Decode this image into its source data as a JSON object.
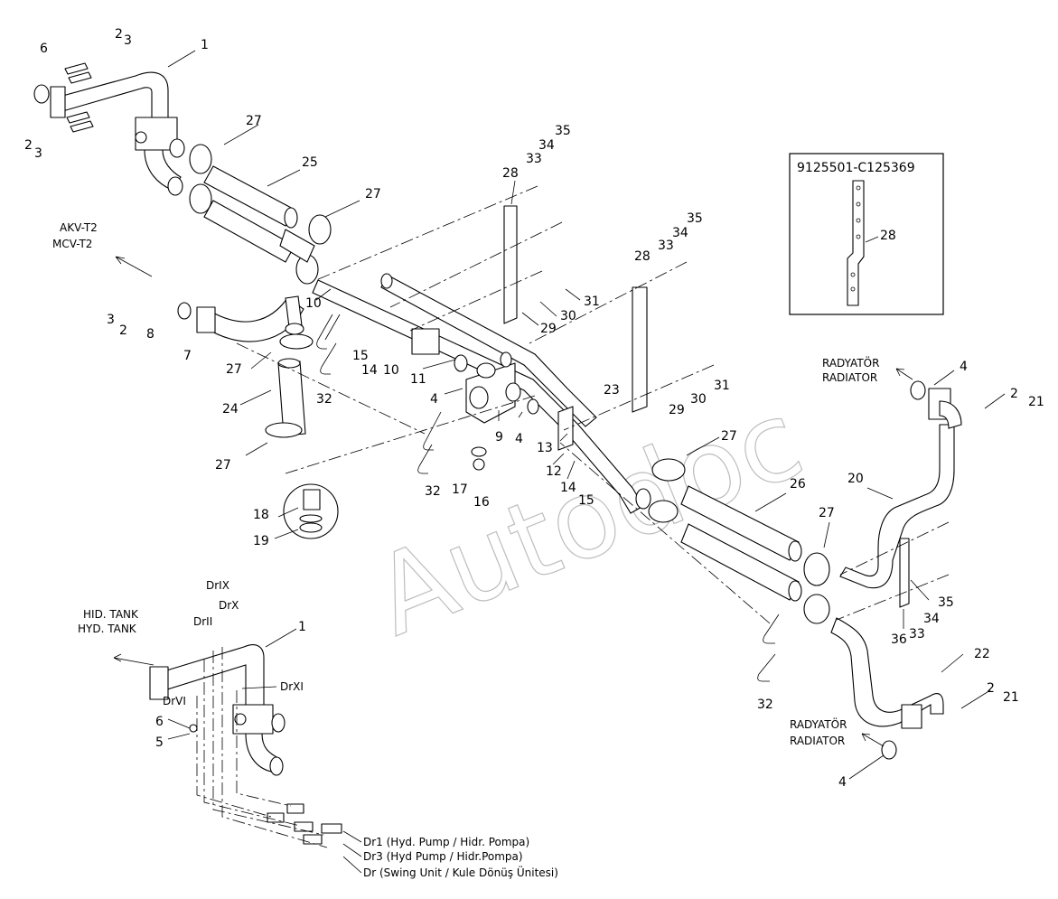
{
  "watermark": "Autodoc",
  "inset": {
    "title": "9125501-C125369",
    "part": "28"
  },
  "labels": {
    "akv": "AKV-T2",
    "mcv": "MCV-T2",
    "radiator_tr_top": "RADYATÖR",
    "radiator_en_top": "RADIATOR",
    "radiator_tr_bottom": "RADYATÖR",
    "radiator_en_bottom": "RADIATOR",
    "hid_tank": "HID. TANK",
    "hyd_tank": "HYD. TANK",
    "dr_ix": "DrIX",
    "dr_x": "DrX",
    "dr_ii": "DrII",
    "dr_vi": "DrVI",
    "dr_xi": "DrXI",
    "dr1": "Dr1 (Hyd. Pump / Hidr. Pompa)",
    "dr3": "Dr3 (Hyd Pump / Hidr.Pompa)",
    "dr": "Dr (Swing Unit / Kule Dönüş Ünitesi)"
  },
  "callouts": {
    "c1_top": "1",
    "c2_top": "2",
    "c3_top": "3",
    "c6_top": "6",
    "c2_left": "2",
    "c3_left": "3",
    "c27_a": "27",
    "c25": "25",
    "c27_b": "27",
    "c28_a": "28",
    "c33_a": "33",
    "c34_a": "34",
    "c35_a": "35",
    "c31_a": "31",
    "c30_a": "30",
    "c29_a": "29",
    "c10_a": "10",
    "c3_mid": "3",
    "c2_mid": "2",
    "c8": "8",
    "c7": "7",
    "c27_c": "27",
    "c15_a": "15",
    "c14_a": "14",
    "c10_b": "10",
    "c11": "11",
    "c32_a": "32",
    "c24": "24",
    "c27_d": "27",
    "c4_a": "4",
    "c9": "9",
    "c4_b": "4",
    "c13": "13",
    "c12": "12",
    "c14_b": "14",
    "c15_b": "15",
    "c32_b": "32",
    "c17": "17",
    "c16": "16",
    "c18": "18",
    "c19": "19",
    "c28_b": "28",
    "c33_b": "33",
    "c34_b": "34",
    "c35_b": "35",
    "c31_b": "31",
    "c30_b": "30",
    "c29_b": "29",
    "c23": "23",
    "c27_e": "27",
    "c26": "26",
    "c27_f": "27",
    "c4_c": "4",
    "c2_r": "2",
    "c21_a": "21",
    "c20": "20",
    "c35_c": "35",
    "c34_c": "34",
    "c33_c": "33",
    "c36": "36",
    "c32_c": "32",
    "c22": "22",
    "c2_rb": "2",
    "c21_b": "21",
    "c4_d": "4",
    "c1_bottom": "1",
    "c6_bottom": "6",
    "c5": "5"
  }
}
